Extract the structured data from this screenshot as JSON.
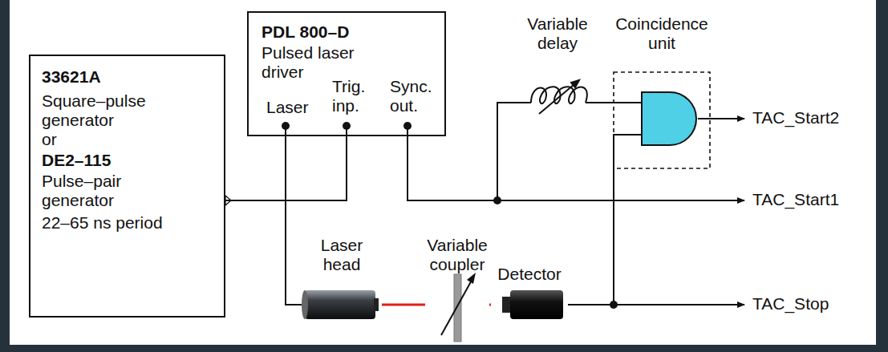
{
  "diagram": {
    "nodes": [
      {
        "text": [
          "33621A",
          "Square–pulse generator",
          "or",
          "DE2–115",
          "Pulse–pair generator",
          "22–65 ns period"
        ]
      },
      {
        "text": [
          "PDL 800–D",
          "Pulsed laser driver",
          "Laser",
          "Trig. inp.",
          "Sync. out."
        ]
      },
      {
        "text": [
          "Laser head"
        ]
      },
      {
        "text": [
          "Variable coupler"
        ]
      },
      {
        "text": [
          "Detector"
        ]
      },
      {
        "text": [
          "Coincidence unit"
        ]
      },
      {
        "text": [
          "Variable delay"
        ]
      }
    ],
    "edges": [
      {
        "from": 0,
        "to": 1,
        "arrow": "none"
      },
      {
        "from": 1,
        "to": 6,
        "arrow": "none"
      },
      {
        "from": 1,
        "to": 2,
        "arrow": "none"
      },
      {
        "from": 2,
        "to": 3,
        "arrow": "none"
      },
      {
        "from": 3,
        "to": 4,
        "arrow": "none"
      },
      {
        "from": 4,
        "to": 5,
        "arrow": "none"
      },
      {
        "from": 6,
        "to": 5,
        "arrow": "none"
      }
    ],
    "labels": [
      "TAC_Start2",
      "TAC_Start1",
      "TAC_Stop"
    ]
  }
}
